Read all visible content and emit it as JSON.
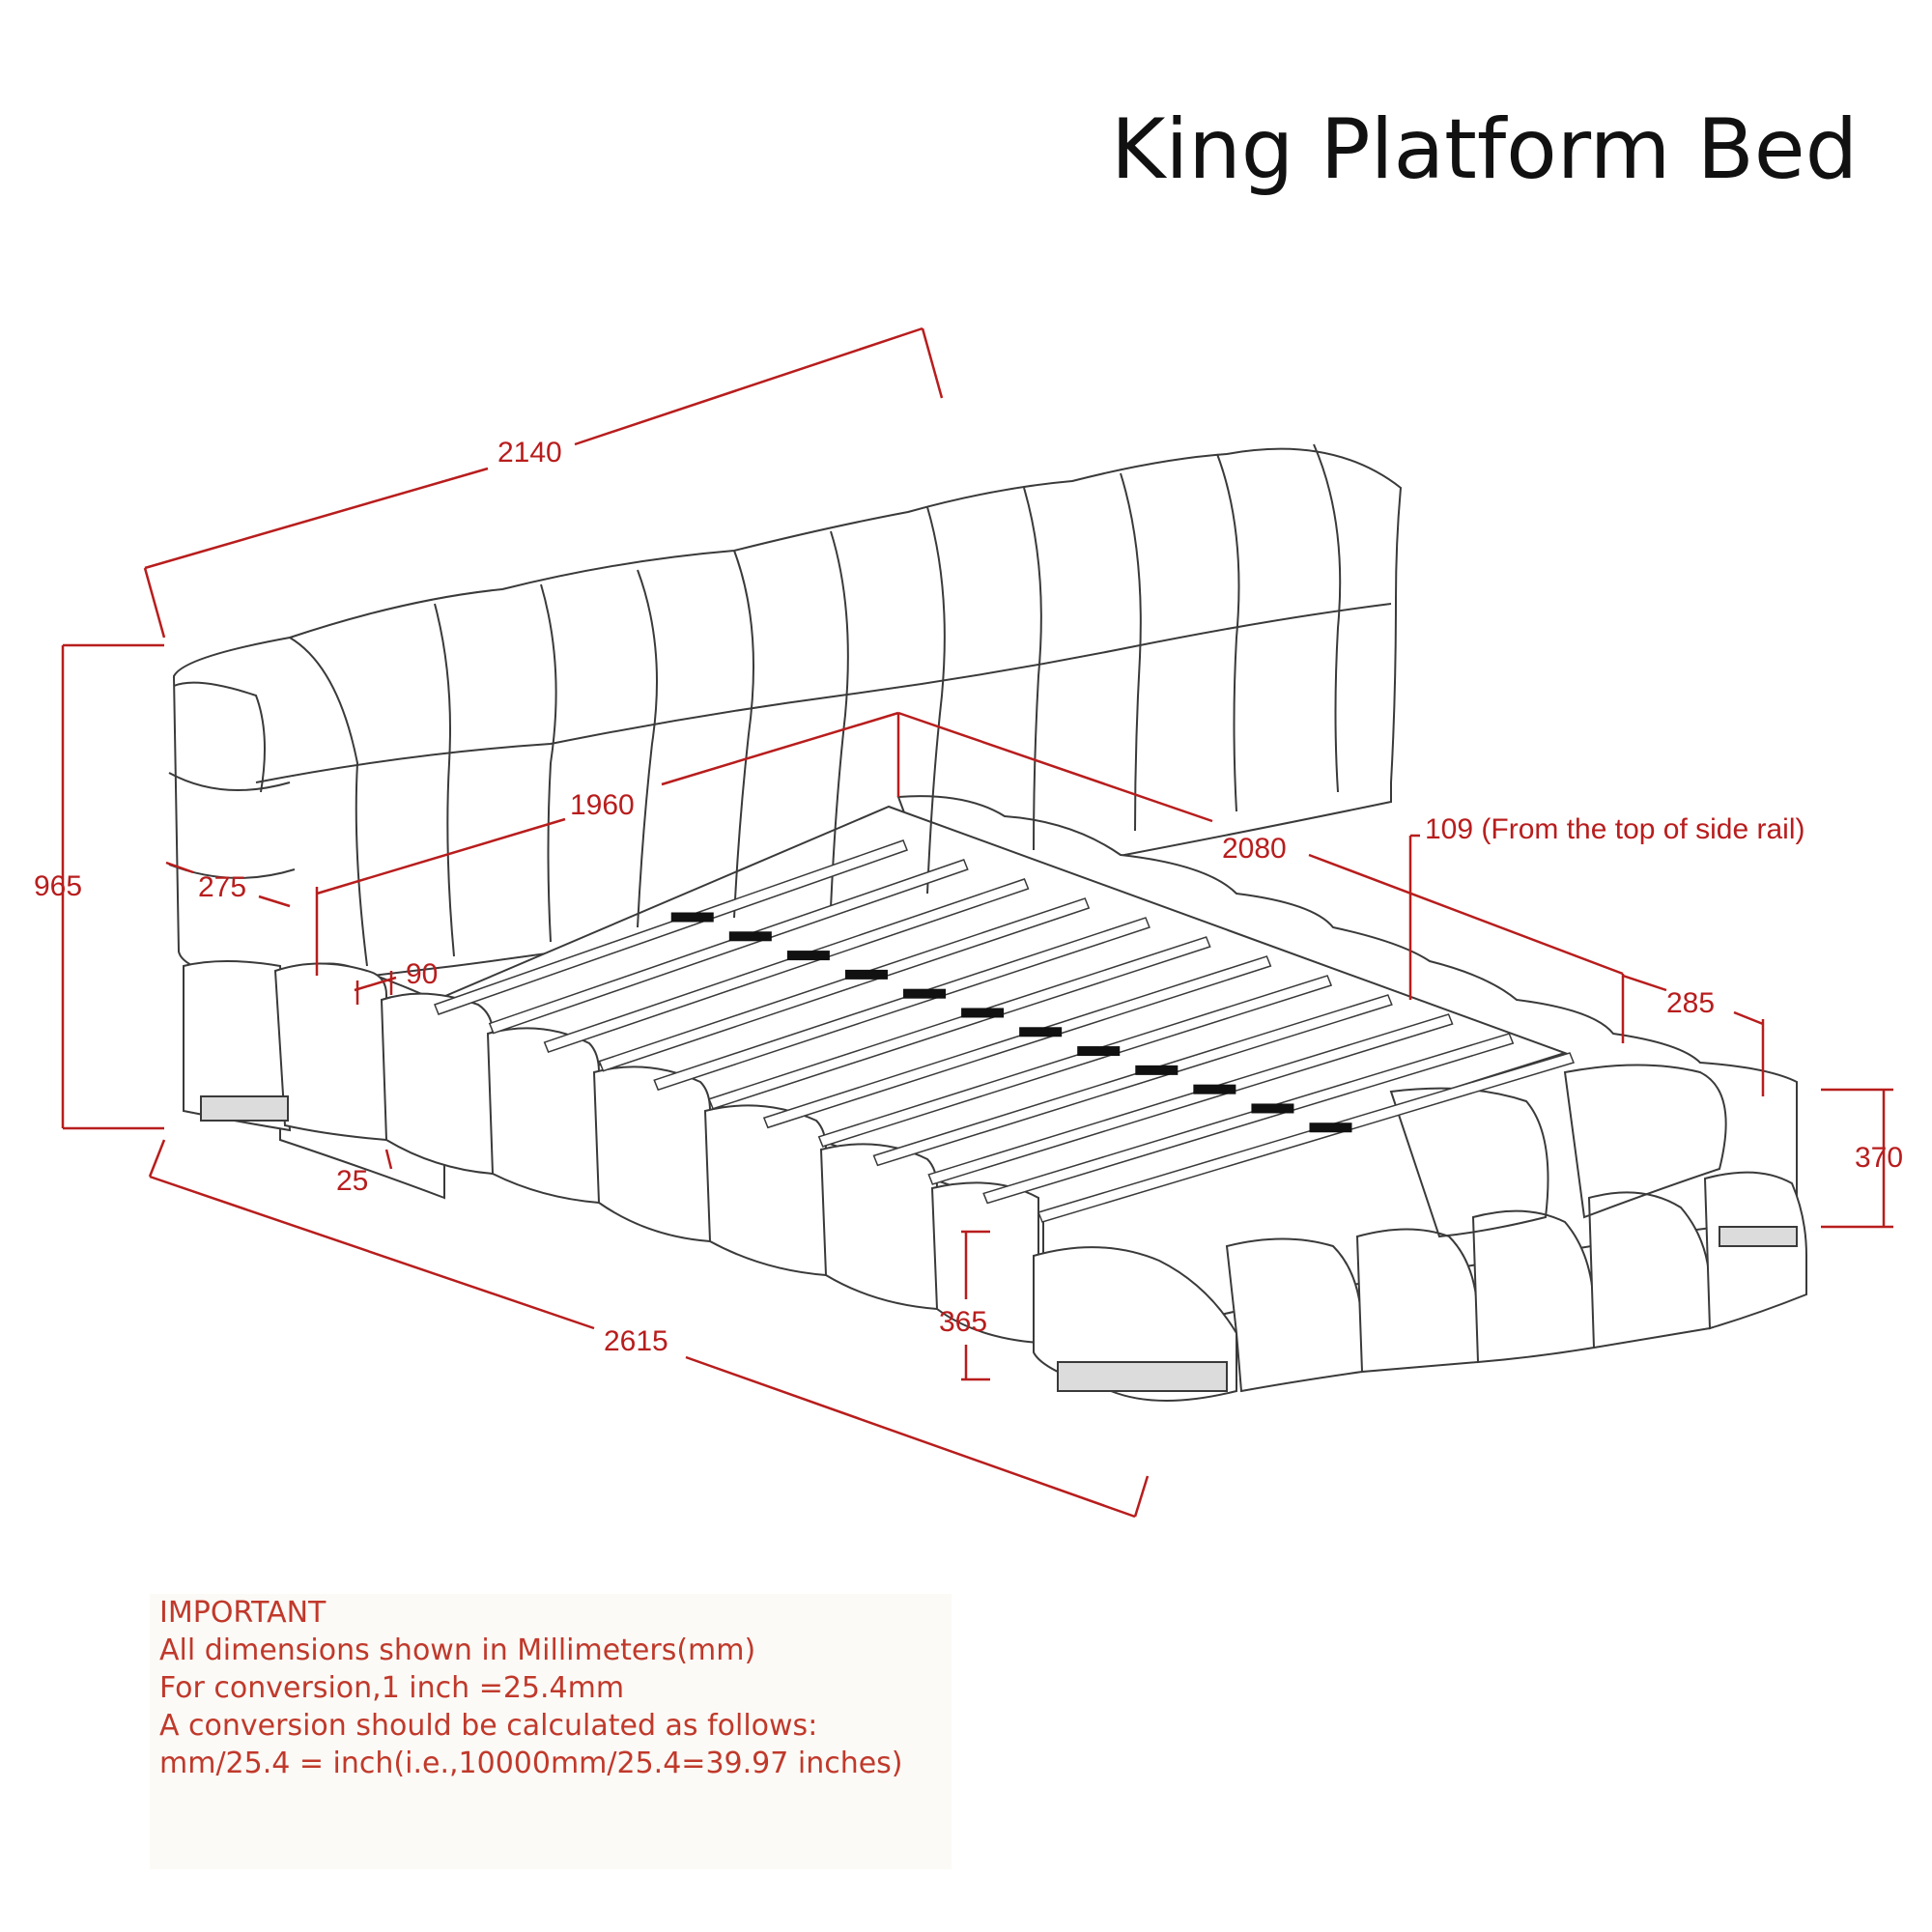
{
  "title": "King Platform Bed",
  "dimensions": {
    "overall_width": "2140",
    "overall_height": "965",
    "headboard_depth": "275",
    "inner_width": "1960",
    "inner_length": "2080",
    "slat_depth": "109 (From the top of side rail)",
    "rail_thickness": "90",
    "leg_clearance": "25",
    "overall_length": "2615",
    "side_rail_width": "285",
    "side_height": "370",
    "footboard_height": "365"
  },
  "note": {
    "heading": "IMPORTANT",
    "lines": [
      "All dimensions shown in Millimeters(mm)",
      "For conversion,1 inch =25.4mm",
      "A conversion should be calculated as follows:",
      "mm/25.4 = inch(i.e.,10000mm/25.4=39.97 inches)"
    ]
  },
  "colors": {
    "dimension": "#b81d1d",
    "outline": "#3a3a3a"
  }
}
